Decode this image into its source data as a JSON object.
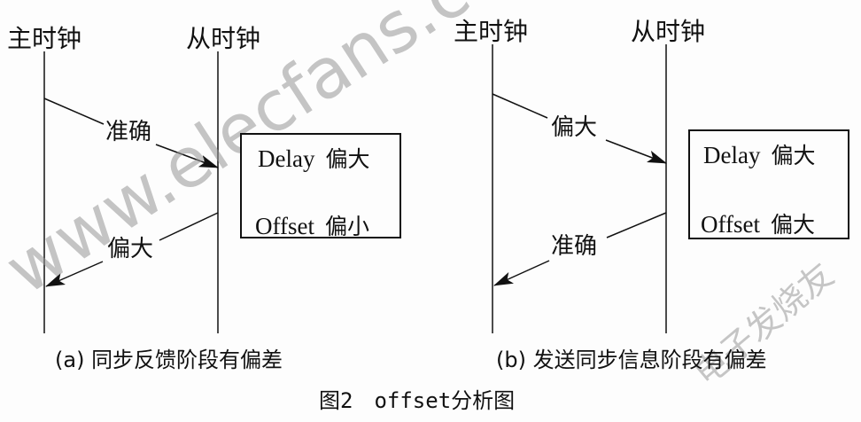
{
  "figure": {
    "caption": "图2　offset分析图",
    "watermark_main": "www.elecfans.com",
    "watermark_corner": "电子发烧友"
  },
  "panel_a": {
    "master_label": "主时钟",
    "slave_label": "从时钟",
    "forward_message_label": "准确",
    "return_message_label": "偏大",
    "box": {
      "line1_en": "Delay",
      "line1_cn": "偏大",
      "line2_en": "Offset",
      "line2_cn": "偏小"
    },
    "subcaption": "(a) 同步反馈阶段有偏差"
  },
  "panel_b": {
    "master_label": "主时钟",
    "slave_label": "从时钟",
    "forward_message_label": "偏大",
    "return_message_label": "准确",
    "box": {
      "line1_en": "Delay",
      "line1_cn": "偏大",
      "line2_en": "Offset",
      "line2_cn": "偏大"
    },
    "subcaption": "(b) 发送同步信息阶段有偏差"
  },
  "colors": {
    "line": "#111111",
    "background": "#fdfdfd",
    "watermark": "#969696"
  }
}
